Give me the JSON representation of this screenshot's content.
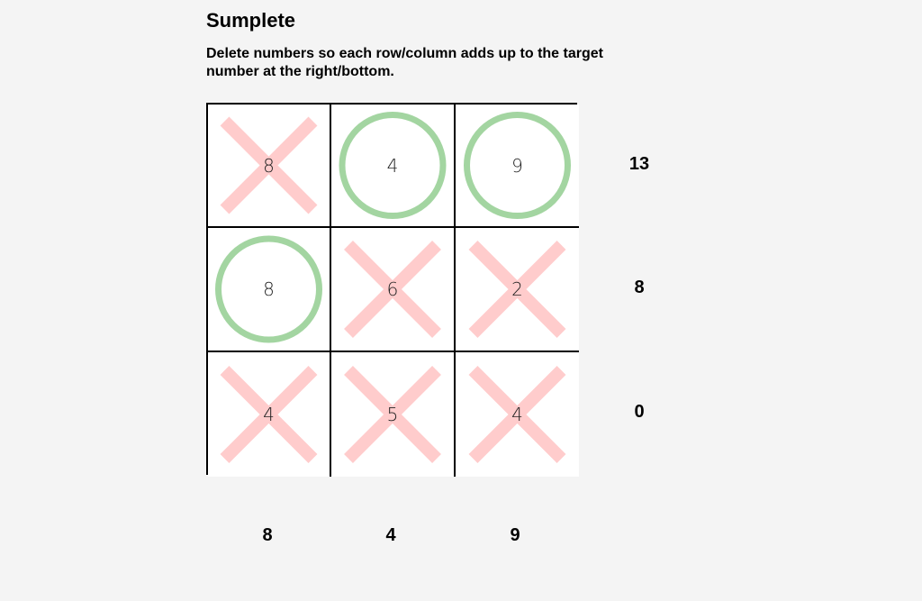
{
  "title": "Sumplete",
  "instructions": "Delete numbers so each row/column adds up to the target number at the right/bottom.",
  "colors": {
    "deleted_mark": "#ffcccc",
    "kept_mark": "#a3d5a1",
    "grid_line": "#000000",
    "background": "#f4f4f4"
  },
  "grid": [
    [
      {
        "value": "8",
        "state": "deleted"
      },
      {
        "value": "4",
        "state": "kept"
      },
      {
        "value": "9",
        "state": "kept"
      }
    ],
    [
      {
        "value": "8",
        "state": "kept"
      },
      {
        "value": "6",
        "state": "deleted"
      },
      {
        "value": "2",
        "state": "deleted"
      }
    ],
    [
      {
        "value": "4",
        "state": "deleted"
      },
      {
        "value": "5",
        "state": "deleted"
      },
      {
        "value": "4",
        "state": "deleted"
      }
    ]
  ],
  "row_targets": [
    "13",
    "8",
    "0"
  ],
  "col_targets": [
    "8",
    "4",
    "9"
  ]
}
